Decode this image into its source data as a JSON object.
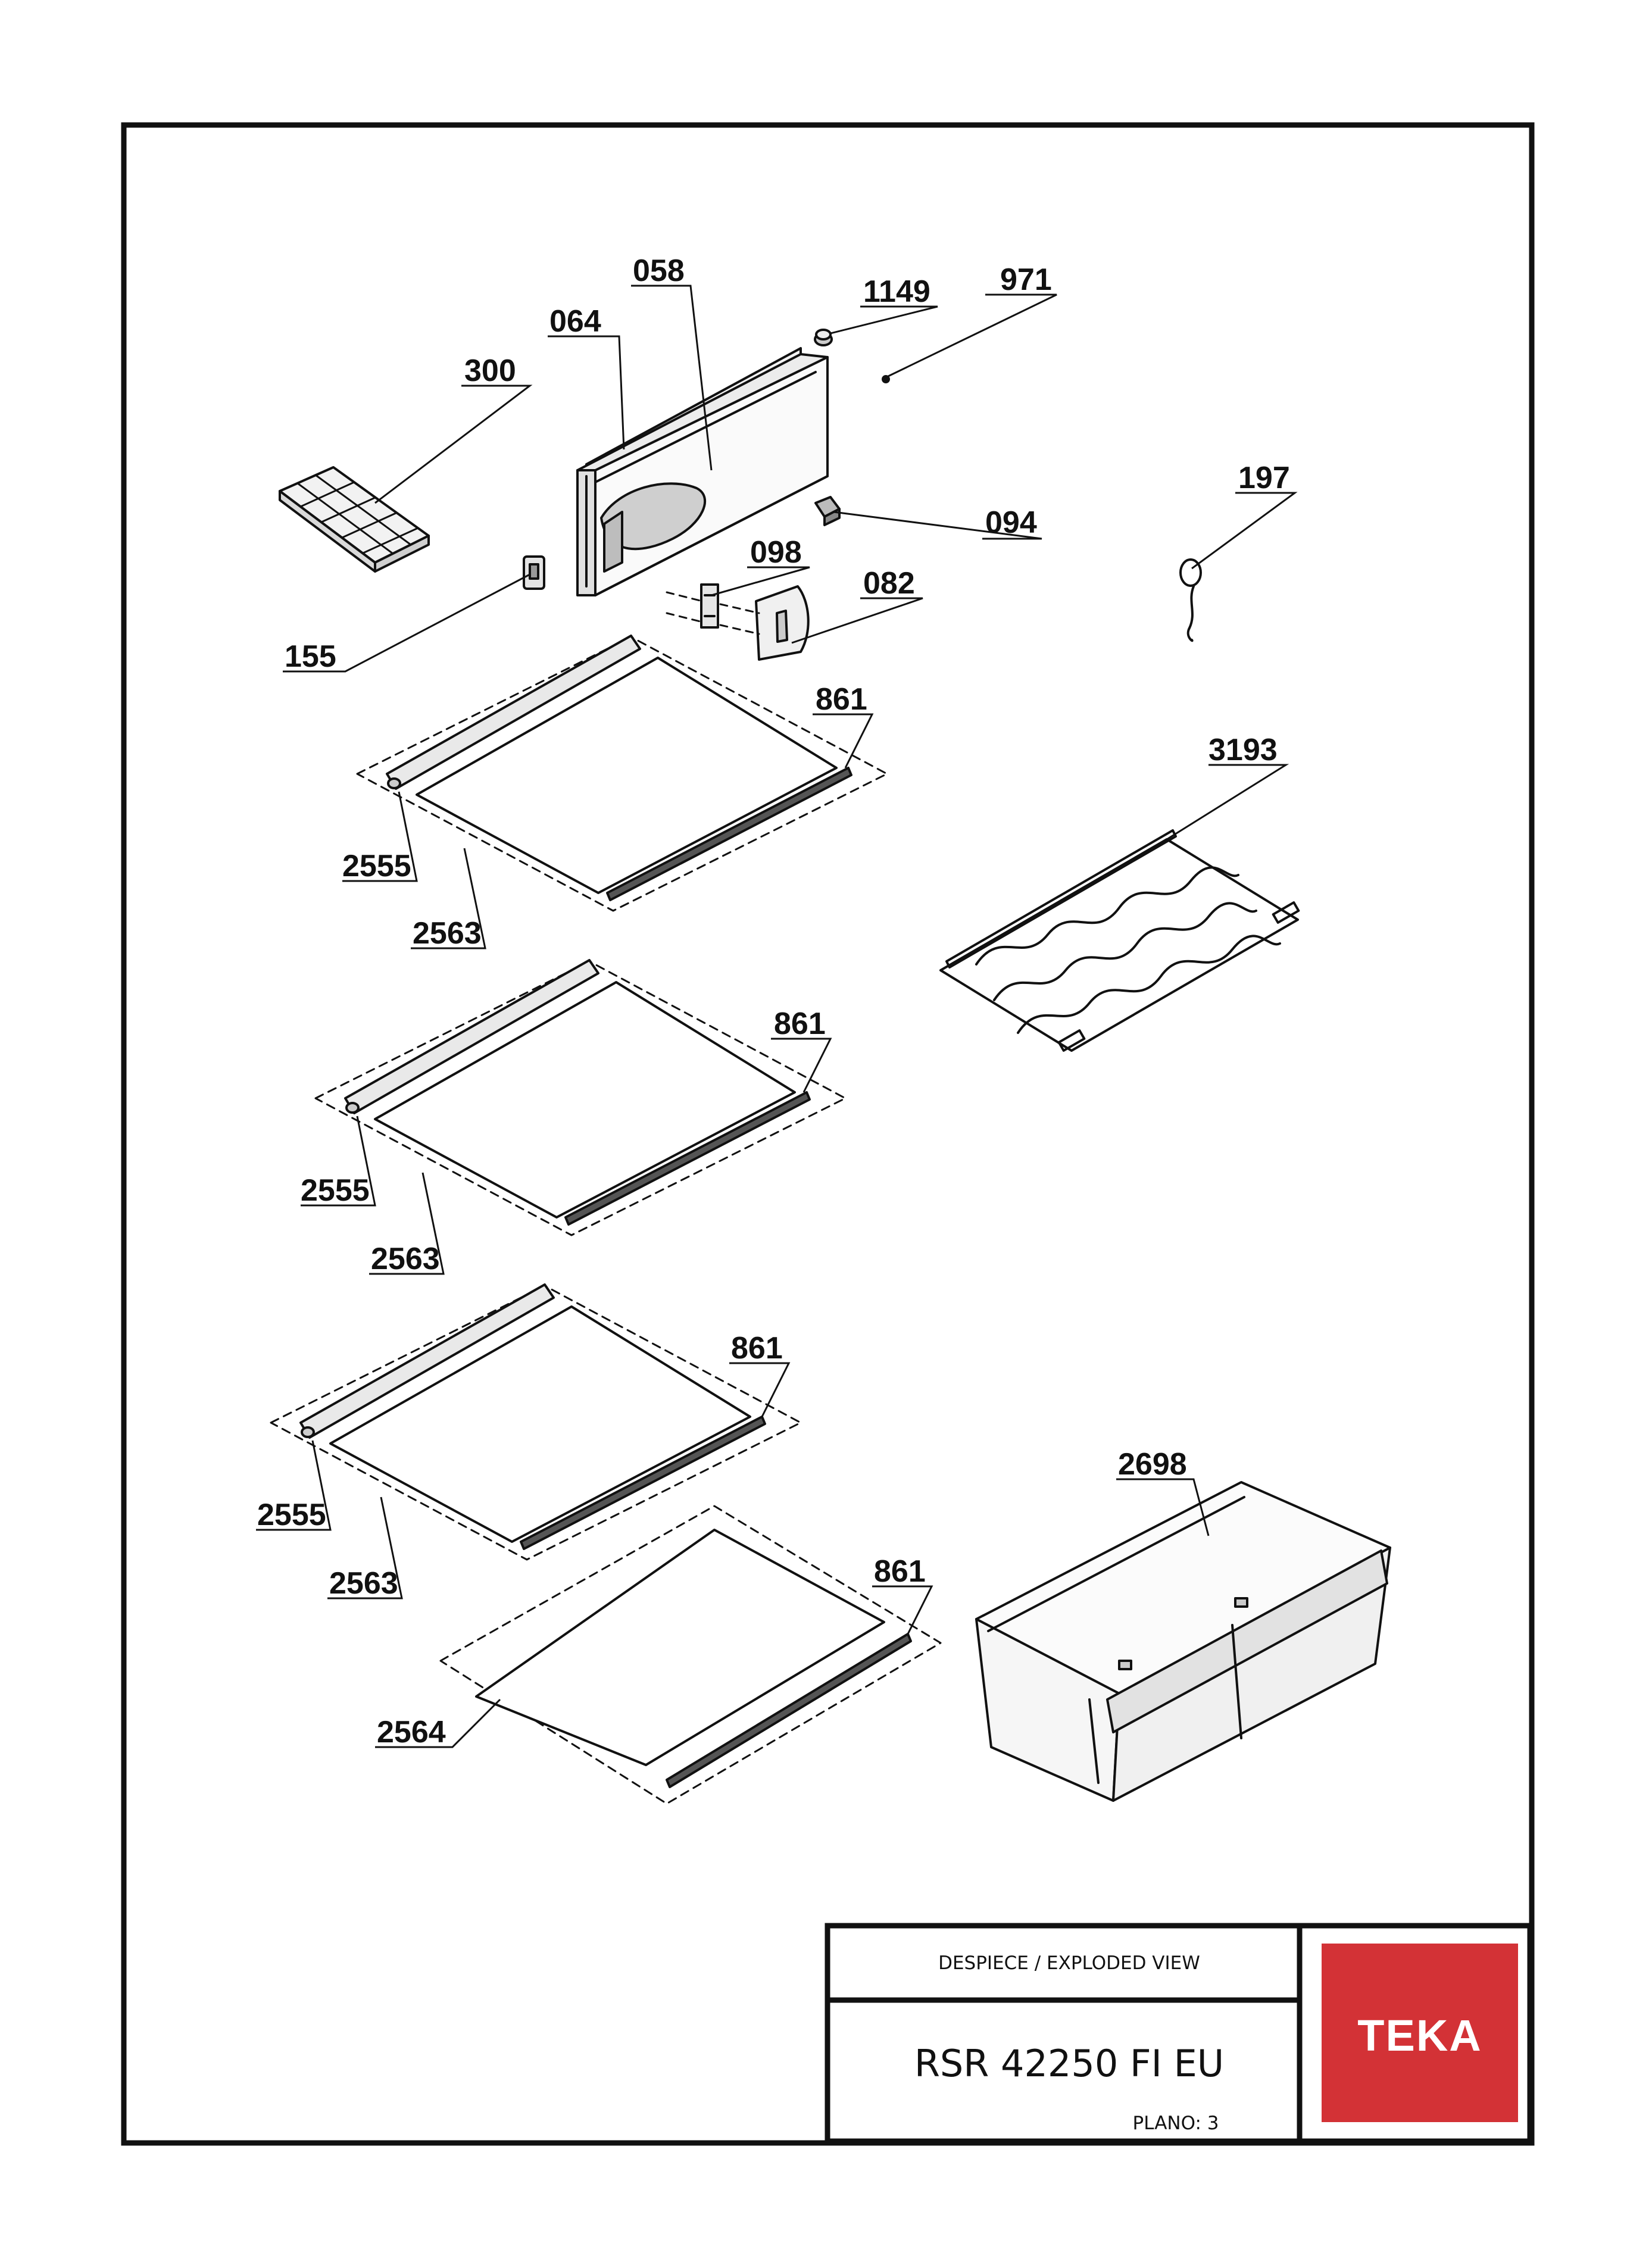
{
  "parts": {
    "p058": "058",
    "p064": "064",
    "p1149": "1149",
    "p971": "971",
    "p300": "300",
    "p197": "197",
    "p094": "094",
    "p098": "098",
    "p082": "082",
    "p155": "155",
    "p861a": "861",
    "p3193": "3193",
    "p2555a": "2555",
    "p2563a": "2563",
    "p861b": "861",
    "p2555b": "2555",
    "p2563b": "2563",
    "p861c": "861",
    "p2698": "2698",
    "p2555c": "2555",
    "p2563c": "2563",
    "p861d": "861",
    "p2564": "2564"
  },
  "title_block": {
    "view_title": "DESPIECE / EXPLODED VIEW",
    "model": "RSR 42250 FI EU",
    "sheet": "PLANO: 3",
    "brand": "TEKA",
    "brand_color": "#d33236"
  }
}
